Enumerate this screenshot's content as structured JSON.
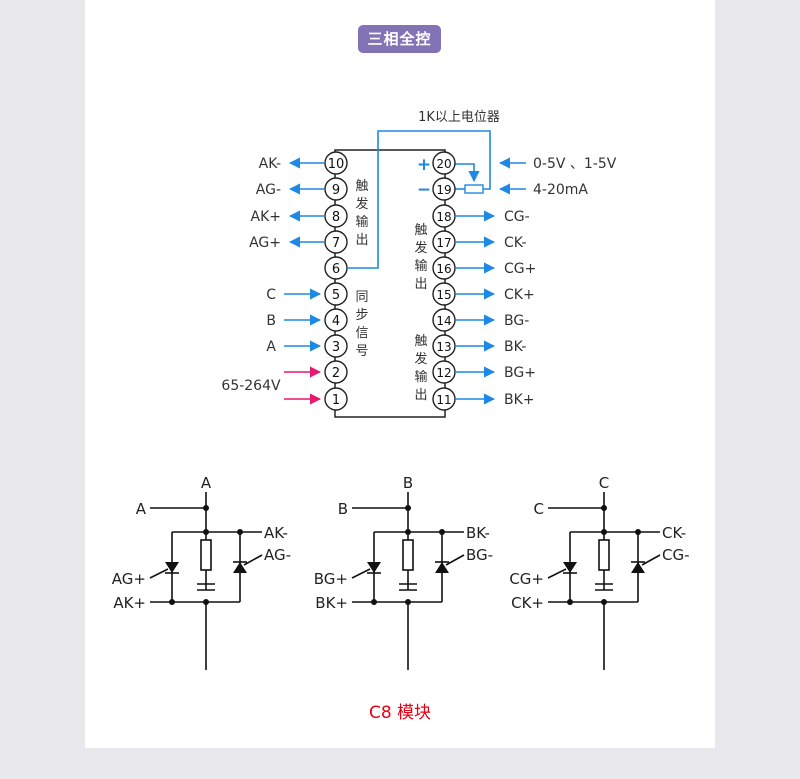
{
  "title": "三相全控",
  "caption": "C8 模块",
  "potentiometer_label": "1K以上电位器",
  "plus_sign": "+",
  "minus_sign": "−",
  "group_labels": {
    "left_trigger": "触发输出",
    "sync": "同步信号",
    "right_trigger_top": "触发输出",
    "right_trigger_bottom": "触发输出"
  },
  "left_pins": [
    {
      "num": "10",
      "label": "AK-",
      "dir": "out",
      "color": "#1e88e5"
    },
    {
      "num": "9",
      "label": "AG-",
      "dir": "out",
      "color": "#1e88e5"
    },
    {
      "num": "8",
      "label": "AK+",
      "dir": "out",
      "color": "#1e88e5"
    },
    {
      "num": "7",
      "label": "AG+",
      "dir": "out",
      "color": "#1e88e5"
    },
    {
      "num": "6",
      "label": "",
      "dir": "none",
      "color": "#1e88e5"
    },
    {
      "num": "5",
      "label": "C",
      "dir": "in",
      "color": "#1e88e5"
    },
    {
      "num": "4",
      "label": "B",
      "dir": "in",
      "color": "#1e88e5"
    },
    {
      "num": "3",
      "label": "A",
      "dir": "in",
      "color": "#1e88e5"
    },
    {
      "num": "2",
      "label": "",
      "dir": "in",
      "color": "#e6196e"
    },
    {
      "num": "1",
      "label": "",
      "dir": "in",
      "color": "#e6196e"
    }
  ],
  "supply_label": "65-264V",
  "right_pins": [
    {
      "num": "20",
      "label": "0-5V 、1-5V",
      "dir": "in"
    },
    {
      "num": "19",
      "label": "4-20mA",
      "dir": "in"
    },
    {
      "num": "18",
      "label": "CG-",
      "dir": "out"
    },
    {
      "num": "17",
      "label": "CK-",
      "dir": "out"
    },
    {
      "num": "16",
      "label": "CG+",
      "dir": "out"
    },
    {
      "num": "15",
      "label": "CK+",
      "dir": "out"
    },
    {
      "num": "14",
      "label": "BG-",
      "dir": "out"
    },
    {
      "num": "13",
      "label": "BK-",
      "dir": "out"
    },
    {
      "num": "12",
      "label": "BG+",
      "dir": "out"
    },
    {
      "num": "11",
      "label": "BK+",
      "dir": "out"
    }
  ],
  "phases": [
    {
      "top": "A",
      "input": "A",
      "k_minus": "AK-",
      "g_minus": "AG-",
      "g_plus": "AG+",
      "k_plus": "AK+"
    },
    {
      "top": "B",
      "input": "B",
      "k_minus": "BK-",
      "g_minus": "BG-",
      "g_plus": "BG+",
      "k_plus": "BK+"
    },
    {
      "top": "C",
      "input": "C",
      "k_minus": "CK-",
      "g_minus": "CG-",
      "g_plus": "CG+",
      "k_plus": "CK+"
    }
  ],
  "colors": {
    "accent": "#8273b4",
    "signal": "#1e88e5",
    "power": "#e6196e",
    "caption": "#e60012"
  }
}
